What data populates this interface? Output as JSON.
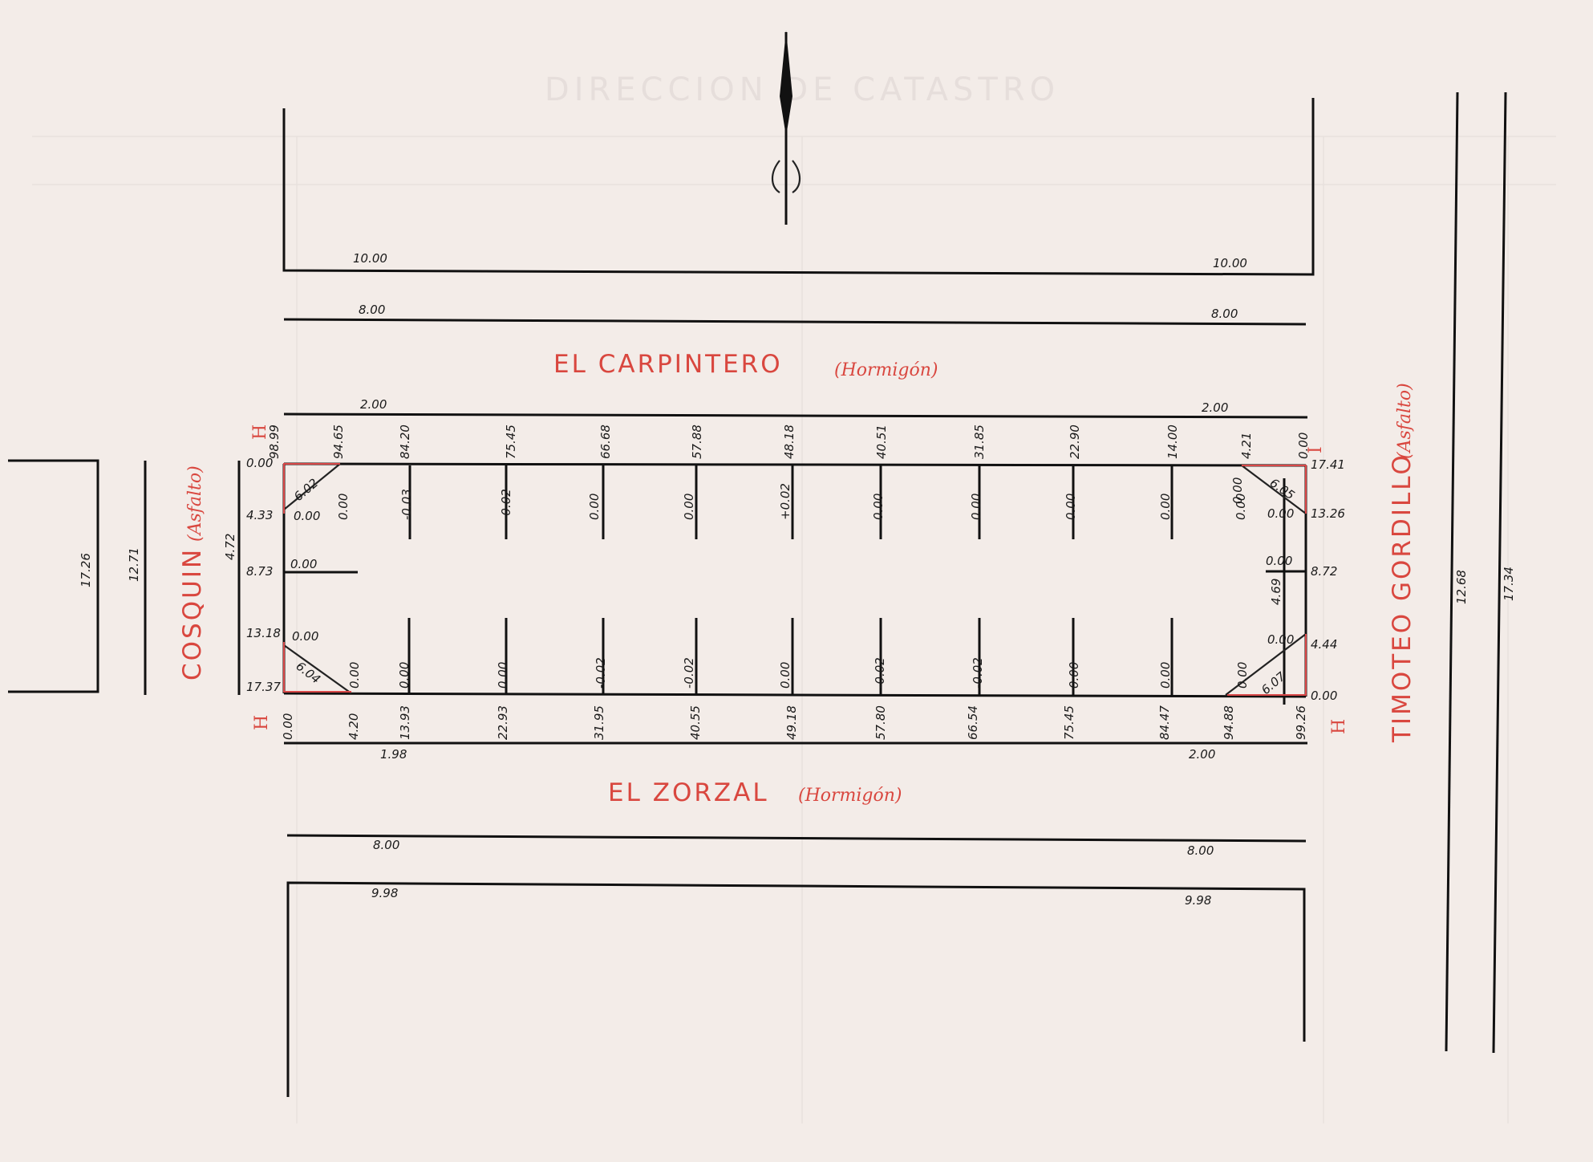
{
  "streets": {
    "north": {
      "name": "EL CARPINTERO",
      "surface": "(Hormigón)"
    },
    "south": {
      "name": "EL ZORZAL",
      "surface": "(Hormigón)"
    },
    "west": {
      "name": "COSQUIN",
      "surface": "(Asfalto)"
    },
    "east": {
      "name": "TIMOTEO GORDILLO",
      "surface": "(Asfalto)"
    }
  },
  "dimensions": {
    "north_outer_left": "10.00",
    "north_outer_right": "10.00",
    "north_mid_left": "8.00",
    "north_mid_right": "8.00",
    "north_inner_left": "2.00",
    "north_inner_right": "2.00",
    "south_inner_left": "1.98",
    "south_inner_right": "2.00",
    "south_mid_left": "8.00",
    "south_mid_right": "8.00",
    "south_outer_left": "9.98",
    "south_outer_right": "9.98",
    "west_far": "17.26",
    "west_mid": "12.71",
    "west_near": "4.72",
    "east_near": "4.69",
    "east_mid": "12.68",
    "east_far": "17.34"
  },
  "chainage_top": [
    "98.99",
    "94.65",
    "84.20",
    "75.45",
    "66.68",
    "57.88",
    "48.18",
    "40.51",
    "31.85",
    "22.90",
    "14.00",
    "4.21",
    "0.00"
  ],
  "offsets_top": [
    "0.00",
    "-0.03",
    "-0.02",
    "0.00",
    "0.00",
    "+0.02",
    "0.00",
    "0.00",
    "0.00",
    "0.00",
    "0.00"
  ],
  "chainage_bottom": [
    "0.00",
    "4.20",
    "13.93",
    "22.93",
    "31.95",
    "40.55",
    "49.18",
    "57.80",
    "66.54",
    "75.45",
    "84.47",
    "94.88",
    "99.26"
  ],
  "offsets_bottom": [
    "0.00",
    "0.00",
    "0.00",
    "-0.02",
    "-0.02",
    "0.00",
    "-0.02",
    "-0.02",
    "0.00",
    "0.00",
    "0.00"
  ],
  "west_side": [
    "0.00",
    "4.33",
    "8.73",
    "13.18",
    "17.37"
  ],
  "west_offsets": [
    "0.00",
    "0.00",
    "0.00"
  ],
  "east_side": [
    "17.41",
    "13.26",
    "8.72",
    "4.44",
    "0.00"
  ],
  "east_offsets": [
    "0.00",
    "0.00",
    "0.00",
    "0.00"
  ],
  "chamfers": {
    "nw": "6.02",
    "sw": "6.04",
    "ne": "6.05",
    "se": "6.07"
  },
  "benchmarks": {
    "label": "H",
    "label_alt": "I"
  },
  "header_ghost": "DIRECCION DE CATASTRO",
  "colors": {
    "paper": "#f3ece8",
    "ink": "#111111",
    "red": "#d9473f"
  },
  "icons": {
    "north_arrow": "north-arrow-icon"
  }
}
